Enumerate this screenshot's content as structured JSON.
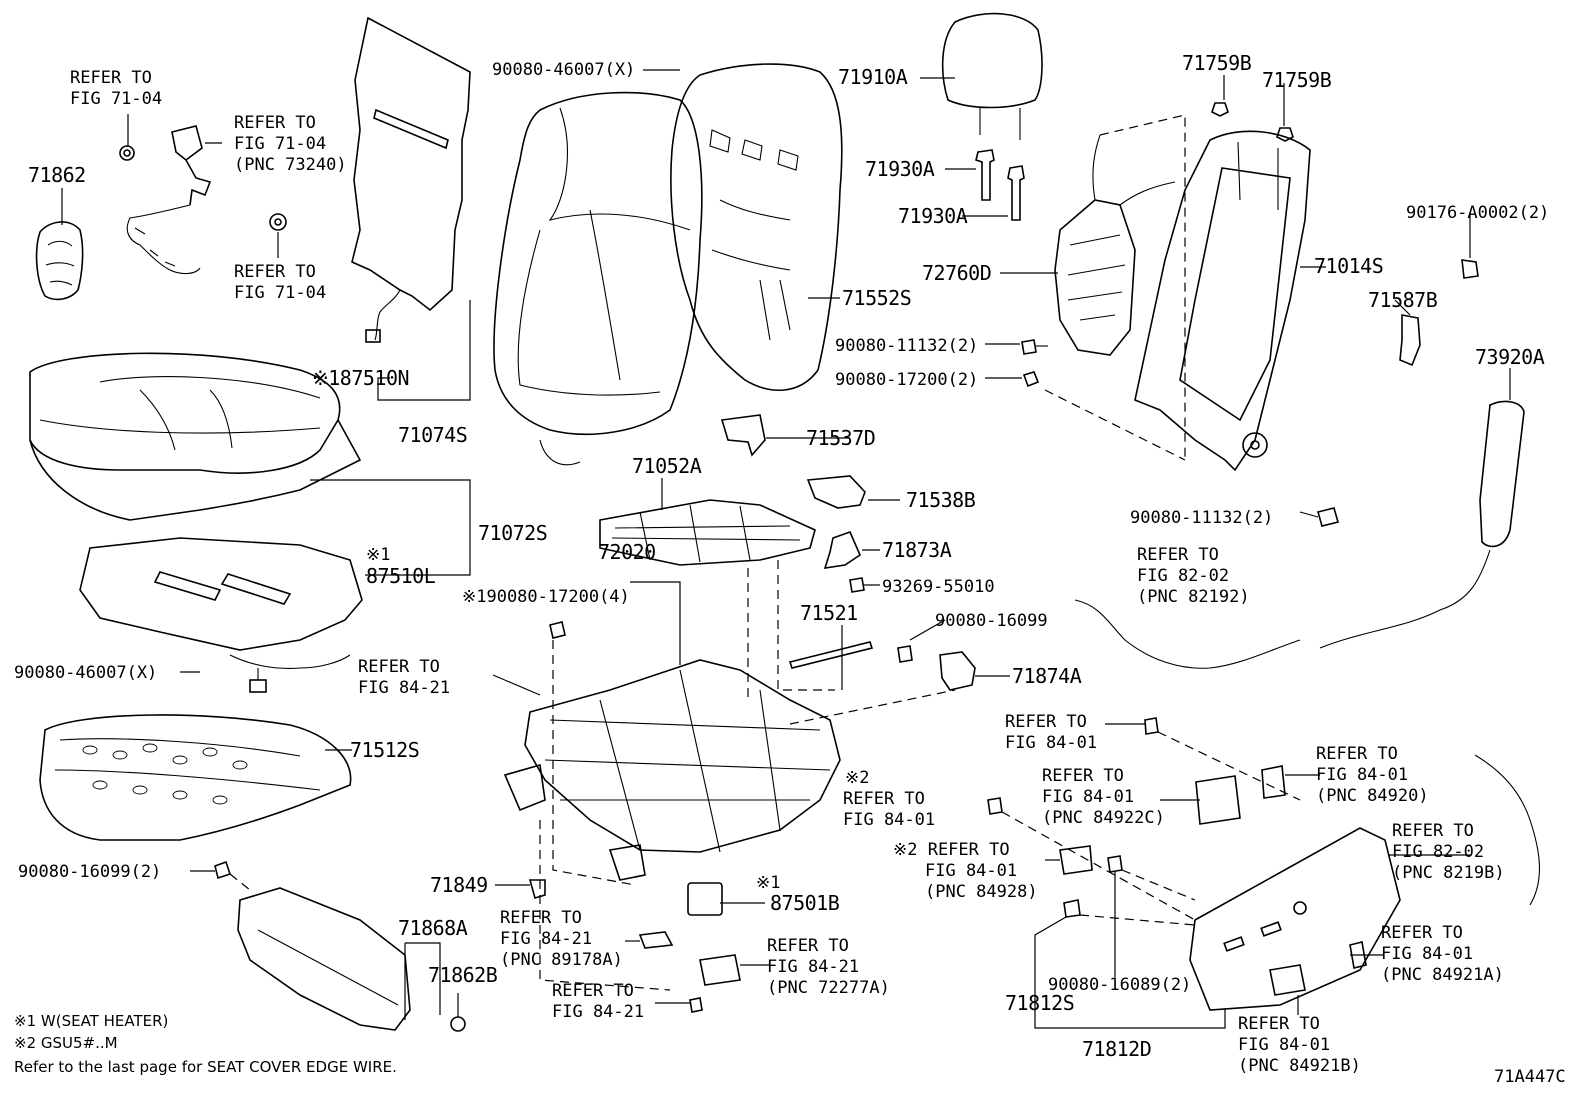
{
  "diagram_id": "71A447C",
  "notes": {
    "note1": "※1  W(SEAT  HEATER)",
    "note2": "※2  GSU5#..M",
    "note3": "Refer to the last page for SEAT COVER EDGE WIRE."
  },
  "labels": {
    "refer_fig7104_a_l1": "REFER TO",
    "refer_fig7104_a_l2": "FIG 71-04",
    "refer_fig7104_b_l1": "REFER TO",
    "refer_fig7104_b_l2": "FIG 71-04",
    "refer_fig7104_b_l3": "(PNC 73240)",
    "refer_fig7104_c_l1": "REFER TO",
    "refer_fig7104_c_l2": "FIG 71-04",
    "p71862": "71862",
    "p9008046007_top": "90080-46007(X)",
    "p71910A": "71910A",
    "p71759B_1": "71759B",
    "p71759B_2": "71759B",
    "p71930A_1": "71930A",
    "p71930A_2": "71930A",
    "p90176": "90176-A0002(2)",
    "p72760D": "72760D",
    "p71014S": "71014S",
    "p71552S": "71552S",
    "p71587B": "71587B",
    "p87510N": "※187510N",
    "p9008011132_a": "90080-11132(2)",
    "p9008017200_a": "90080-17200(2)",
    "p73920A": "73920A",
    "p71074S": "71074S",
    "p71537D": "71537D",
    "p71052A": "71052A",
    "p71538B": "71538B",
    "p9008011132_b": "90080-11132(2)",
    "p71072S": "71072S",
    "p72020": "72020",
    "p71873A": "71873A",
    "refer_fig8202_a_l1": "REFER TO",
    "refer_fig8202_a_l2": "FIG 82-02",
    "refer_fig8202_a_l3": "(PNC 82192)",
    "p87510L_mark": "※1",
    "p87510L": "87510L",
    "p9008017200_4": "※190080-17200(4)",
    "p9326955010": "93269-55010",
    "p71521": "71521",
    "p9008016099": "90080-16099",
    "p9008046007_bot": "90080-46007(X)",
    "refer_fig8421_a_l1": "REFER TO",
    "refer_fig8421_a_l2": "FIG 84-21",
    "p71874A": "71874A",
    "refer_fig8401_a_l1": "REFER TO",
    "refer_fig8401_a_l2": "FIG 84-01",
    "p71512S": "71512S",
    "refer_fig8401_b_l1": "REFER TO",
    "refer_fig8401_b_l2": "FIG 84-01",
    "refer_fig8401_b_l3": "(PNC 84920)",
    "refer_fig8401_c_l1": "REFER TO",
    "refer_fig8401_c_l2": "FIG 84-01",
    "refer_fig8401_c_l3": "(PNC 84922C)",
    "refer_fig8401_d_mark": "※2",
    "refer_fig8401_d_l1": "REFER TO",
    "refer_fig8401_d_l2": "FIG 84-01",
    "refer_fig8202_b_l1": "REFER TO",
    "refer_fig8202_b_l2": "FIG 82-02",
    "refer_fig8202_b_l3": "(PNC 8219B)",
    "refer_fig8401_e_l1": "※2 REFER TO",
    "refer_fig8401_e_l2": "FIG 84-01",
    "refer_fig8401_e_l3": "(PNC 84928)",
    "p9008016099_2": "90080-16099(2)",
    "p71849": "71849",
    "p87501B_mark": "※1",
    "p87501B": "87501B",
    "p71868A": "71868A",
    "refer_fig8421_b_l1": "REFER TO",
    "refer_fig8421_b_l2": "FIG 84-21",
    "refer_fig8421_b_l3": "(PNC 89178A)",
    "refer_fig8421_c_l1": "REFER TO",
    "refer_fig8421_c_l2": "FIG 84-21",
    "refer_fig8421_c_l3": "(PNC 72277A)",
    "refer_fig8401_f_l1": "REFER TO",
    "refer_fig8401_f_l2": "FIG 84-01",
    "refer_fig8401_f_l3": "(PNC 84921A)",
    "p71862B": "71862B",
    "refer_fig8421_d_l1": "REFER TO",
    "refer_fig8421_d_l2": "FIG 84-21",
    "p9008016089": "90080-16089(2)",
    "p71812S": "71812S",
    "refer_fig8401_g_l1": "REFER TO",
    "refer_fig8401_g_l2": "FIG 84-01",
    "refer_fig8401_g_l3": "(PNC 84921B)",
    "p71812D": "71812D"
  }
}
